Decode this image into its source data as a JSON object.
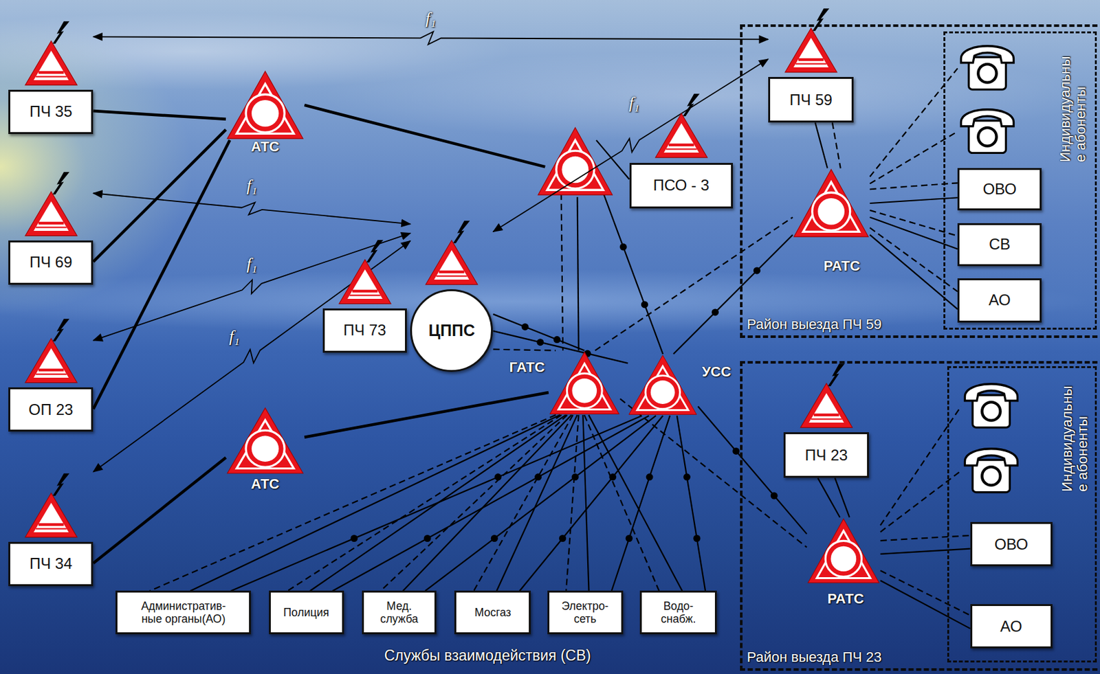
{
  "diagram": {
    "nodes": [
      {
        "text": [
          "ПЧ 35"
        ]
      },
      {
        "text": [
          "АТС"
        ]
      },
      {
        "text": [
          "ПЧ 69"
        ]
      },
      {
        "text": [
          "ПСО - 3"
        ]
      },
      {
        "text": [
          "ПЧ 73"
        ]
      },
      {
        "text": [
          "ЦППС"
        ]
      },
      {
        "text": [
          "ОП 23"
        ]
      },
      {
        "text": [
          "ГАТС"
        ]
      },
      {
        "text": [
          "УСС"
        ]
      },
      {
        "text": [
          "АТС"
        ]
      },
      {
        "text": [
          "ПЧ 34"
        ]
      },
      {
        "text": [
          "Административ- ные органы(АО)"
        ]
      },
      {
        "text": [
          "Полиция"
        ]
      },
      {
        "text": [
          "Мед. служба"
        ]
      },
      {
        "text": [
          "Мосгаз"
        ]
      },
      {
        "text": [
          "Электро- сеть"
        ]
      },
      {
        "text": [
          "Водо- снабж."
        ]
      },
      {
        "text": [
          "Район выезда ПЧ 59"
        ]
      },
      {
        "text": [
          "ПЧ 59"
        ],
        "in": 17
      },
      {
        "text": [
          "РАТС"
        ],
        "in": 17
      },
      {
        "text": [
          "Индивидуальны е абоненты"
        ],
        "in": 17
      },
      {
        "text": [
          "ОВО"
        ],
        "in": 20
      },
      {
        "text": [
          "СВ"
        ],
        "in": 20
      },
      {
        "text": [
          "АО"
        ],
        "in": 20
      },
      {
        "text": [
          "Район выезда ПЧ 23"
        ]
      },
      {
        "text": [
          "ПЧ 23"
        ],
        "in": 24
      },
      {
        "text": [
          "РАТС"
        ],
        "in": 24
      },
      {
        "text": [
          "Индивидуальны е абоненты"
        ],
        "in": 24
      },
      {
        "text": [
          "ОВО"
        ],
        "in": 27
      },
      {
        "text": [
          "АО"
        ],
        "in": 27
      }
    ],
    "edges": [
      {
        "from": 0,
        "to": 18,
        "arrow": "both",
        "label": "f₁"
      },
      {
        "from": 5,
        "to": 18,
        "arrow": "both",
        "label": "f₁"
      },
      {
        "from": 2,
        "to": 5,
        "arrow": "both",
        "label": "f₁"
      },
      {
        "from": 6,
        "to": 5,
        "arrow": "both",
        "label": "f₁"
      },
      {
        "from": 10,
        "to": 5,
        "arrow": "both",
        "label": "f₁"
      },
      {
        "from": 0,
        "to": 1,
        "arrow": "none"
      },
      {
        "from": 2,
        "to": 1,
        "arrow": "none"
      },
      {
        "from": 6,
        "to": 1,
        "arrow": "none"
      },
      {
        "from": 10,
        "to": 9,
        "arrow": "none"
      },
      {
        "from": 9,
        "to": 7,
        "arrow": "none"
      },
      {
        "from": 5,
        "to": 7,
        "arrow": "none"
      },
      {
        "from": 5,
        "to": 7,
        "arrow": "none"
      },
      {
        "from": 5,
        "to": 8,
        "arrow": "none"
      },
      {
        "from": 7,
        "to": 19,
        "arrow": "none"
      },
      {
        "from": 8,
        "to": 19,
        "arrow": "none"
      },
      {
        "from": 7,
        "to": 26,
        "arrow": "none"
      },
      {
        "from": 8,
        "to": 26,
        "arrow": "none"
      },
      {
        "from": 7,
        "to": 11,
        "arrow": "none"
      },
      {
        "from": 7,
        "to": 12,
        "arrow": "none"
      },
      {
        "from": 7,
        "to": 13,
        "arrow": "none"
      },
      {
        "from": 7,
        "to": 14,
        "arrow": "none"
      },
      {
        "from": 7,
        "to": 15,
        "arrow": "none"
      },
      {
        "from": 7,
        "to": 16,
        "arrow": "none"
      },
      {
        "from": 7,
        "to": 11,
        "arrow": "none"
      },
      {
        "from": 7,
        "to": 12,
        "arrow": "none"
      },
      {
        "from": 7,
        "to": 13,
        "arrow": "none"
      },
      {
        "from": 7,
        "to": 14,
        "arrow": "none"
      },
      {
        "from": 7,
        "to": 15,
        "arrow": "none"
      },
      {
        "from": 7,
        "to": 16,
        "arrow": "none"
      },
      {
        "from": 8,
        "to": 11,
        "arrow": "none"
      },
      {
        "from": 8,
        "to": 12,
        "arrow": "none"
      },
      {
        "from": 8,
        "to": 13,
        "arrow": "none"
      },
      {
        "from": 8,
        "to": 14,
        "arrow": "none"
      },
      {
        "from": 8,
        "to": 15,
        "arrow": "none"
      },
      {
        "from": 8,
        "to": 16,
        "arrow": "none"
      },
      {
        "from": 18,
        "to": 19,
        "arrow": "none"
      },
      {
        "from": 18,
        "to": 19,
        "arrow": "none"
      },
      {
        "from": 19,
        "to": 21,
        "arrow": "none"
      },
      {
        "from": 19,
        "to": 22,
        "arrow": "none"
      },
      {
        "from": 19,
        "to": 23,
        "arrow": "none"
      },
      {
        "from": 19,
        "to": 21,
        "arrow": "none"
      },
      {
        "from": 19,
        "to": 22,
        "arrow": "none"
      },
      {
        "from": 19,
        "to": 23,
        "arrow": "none"
      },
      {
        "from": 25,
        "to": 26,
        "arrow": "none"
      },
      {
        "from": 25,
        "to": 26,
        "arrow": "none"
      },
      {
        "from": 26,
        "to": 28,
        "arrow": "none"
      },
      {
        "from": 26,
        "to": 29,
        "arrow": "none"
      },
      {
        "from": 26,
        "to": 28,
        "arrow": "none"
      },
      {
        "from": 26,
        "to": 29,
        "arrow": "none"
      }
    ],
    "labels": [
      "Службы взаимодействия (СВ)"
    ]
  }
}
